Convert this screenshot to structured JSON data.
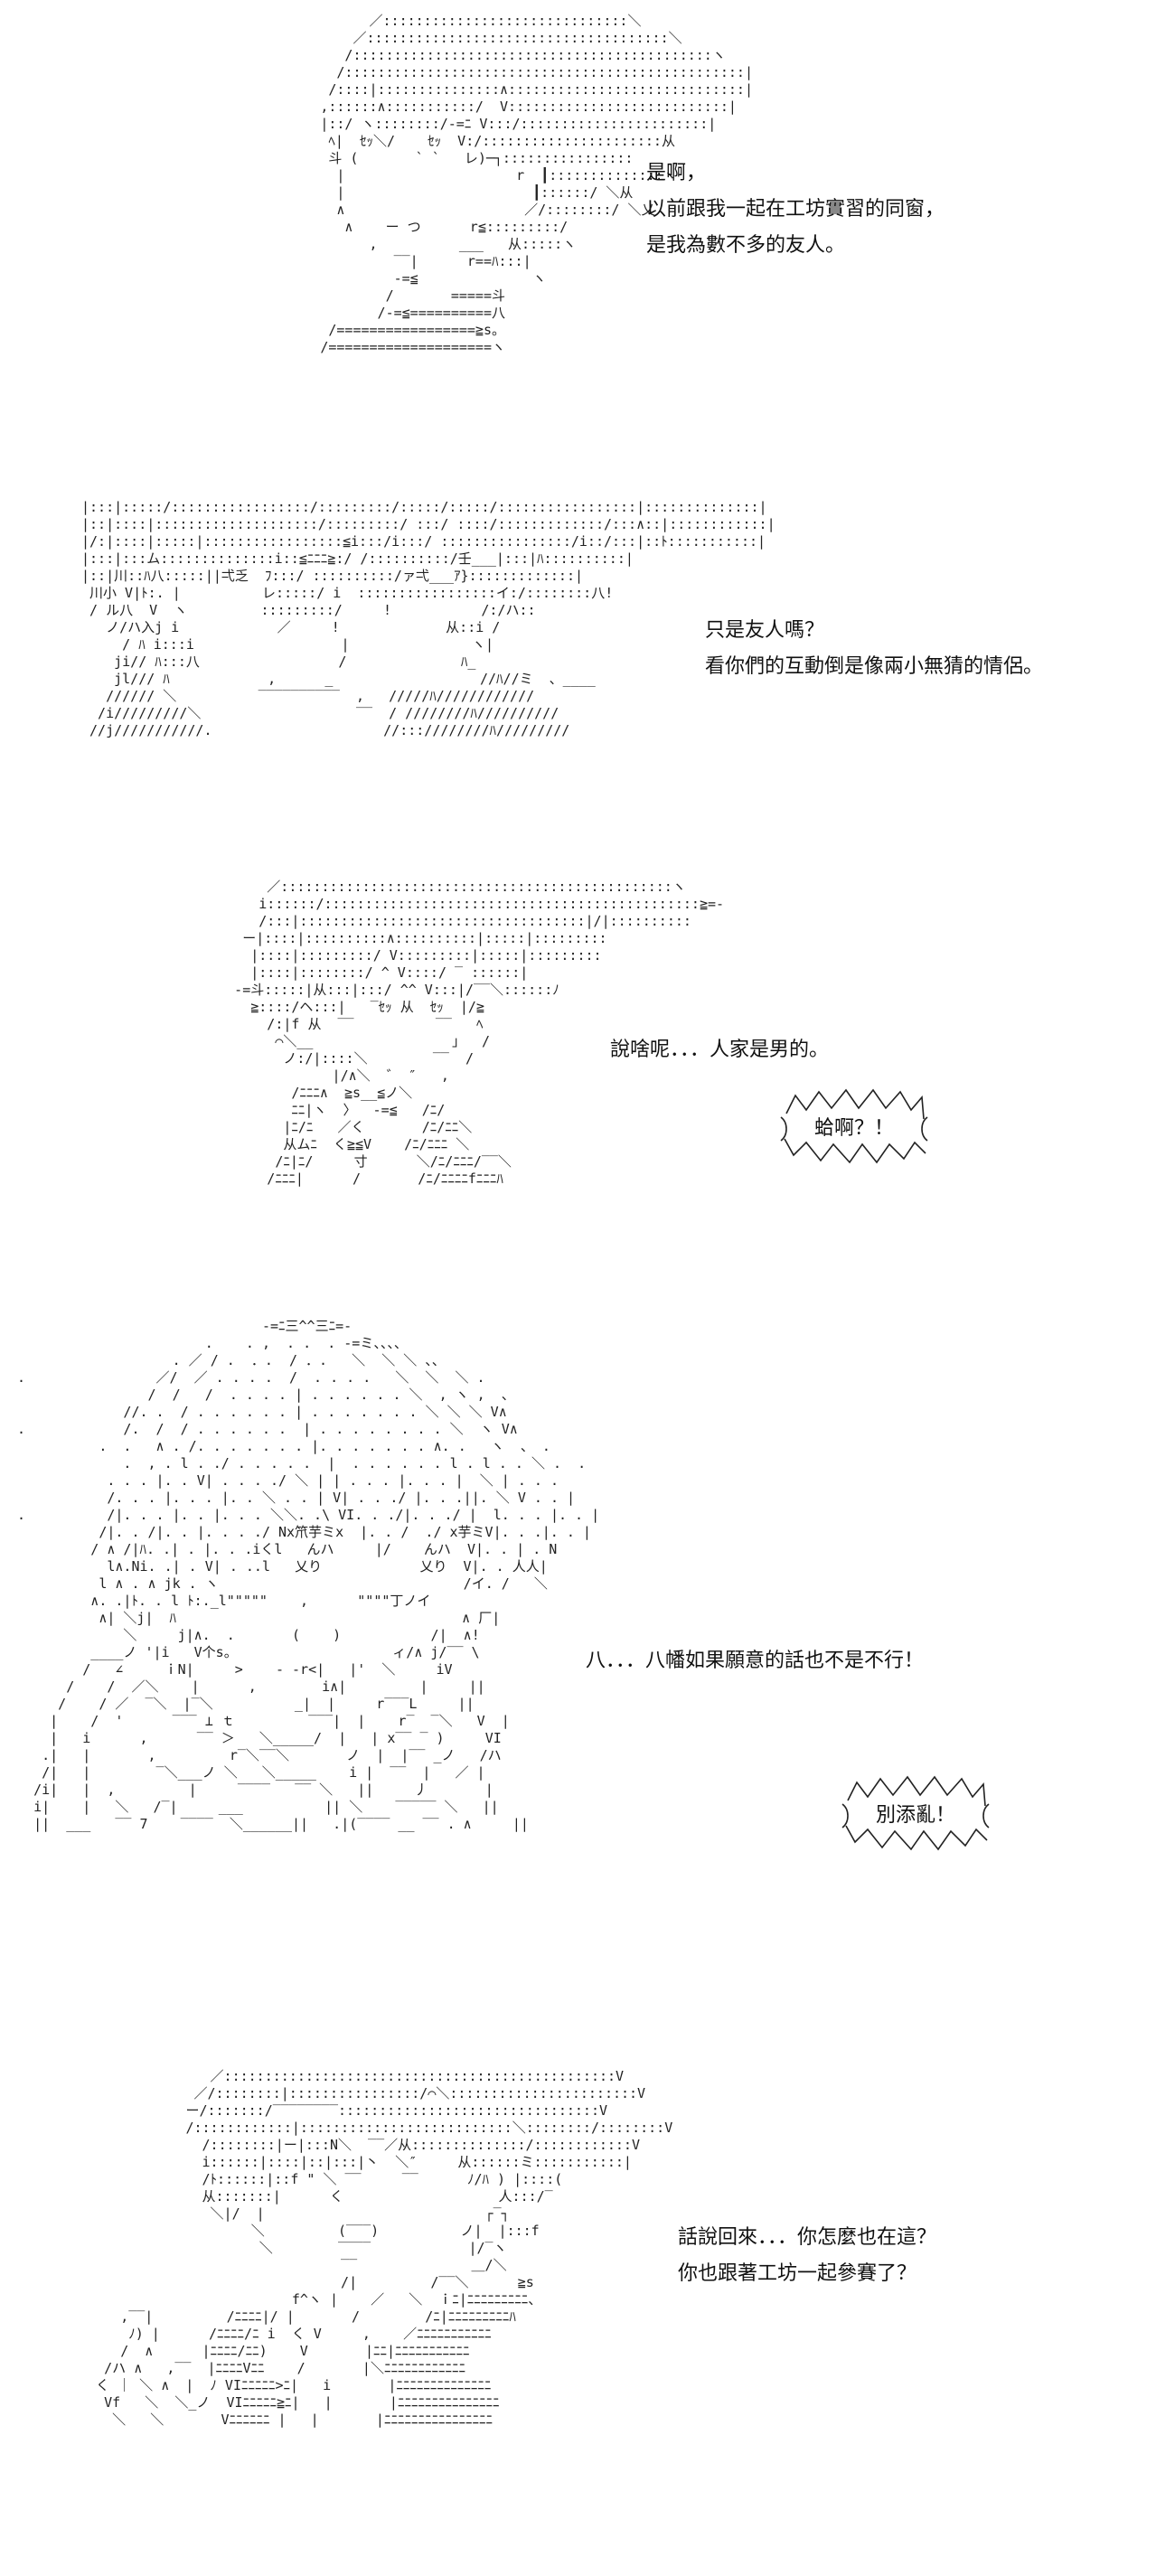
{
  "panels": [
    {
      "lines": [
        "是啊，",
        "以前跟我一起在工坊實習的同窗，",
        "是我為數不多的友人。"
      ]
    },
    {
      "lines": [
        "只是友人嗎？",
        "看你們的互動倒是像兩小無猜的情侶。"
      ]
    },
    {
      "lines": [
        "說啥呢．．．人家是男的。"
      ],
      "shout": "蛤啊？！"
    },
    {
      "lines": [
        "八．．．八幡如果願意的話也不是不行！"
      ],
      "shout": "別添亂！"
    },
    {
      "lines": [
        "話說回來．．．你怎麼也在這？",
        "你也跟著工坊一起參賽了？"
      ]
    }
  ]
}
